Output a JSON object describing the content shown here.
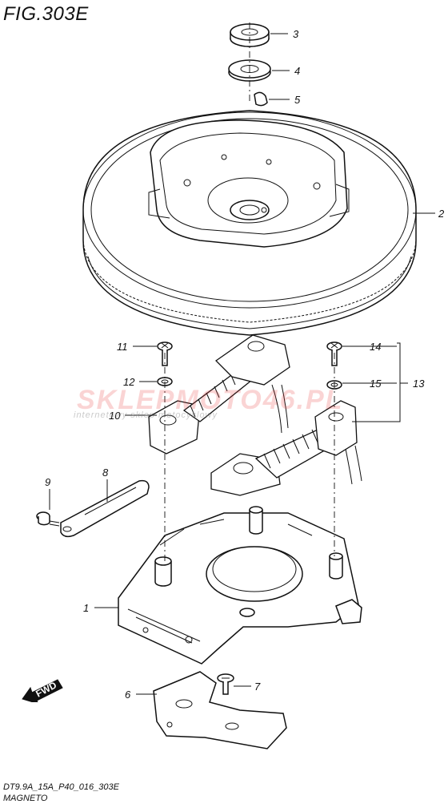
{
  "figure": {
    "title": "FIG.303E"
  },
  "callouts": [
    {
      "id": "3",
      "label": "3"
    },
    {
      "id": "4",
      "label": "4"
    },
    {
      "id": "5",
      "label": "5"
    },
    {
      "id": "2",
      "label": "2"
    },
    {
      "id": "11",
      "label": "11"
    },
    {
      "id": "12",
      "label": "12"
    },
    {
      "id": "10",
      "label": "10"
    },
    {
      "id": "14",
      "label": "14"
    },
    {
      "id": "15",
      "label": "15"
    },
    {
      "id": "13",
      "label": "13"
    },
    {
      "id": "9",
      "label": "9"
    },
    {
      "id": "8",
      "label": "8"
    },
    {
      "id": "1",
      "label": "1"
    },
    {
      "id": "6",
      "label": "6"
    },
    {
      "id": "7",
      "label": "7"
    }
  ],
  "watermark": {
    "brand": "SKLEPMOTO46.PL",
    "tagline": "internetowy sklep motocyklowy"
  },
  "direction_badge": {
    "label": "FWD"
  },
  "footer": {
    "code": "DT9.9A_15A_P40_016_303E",
    "name": "MAGNETO"
  }
}
